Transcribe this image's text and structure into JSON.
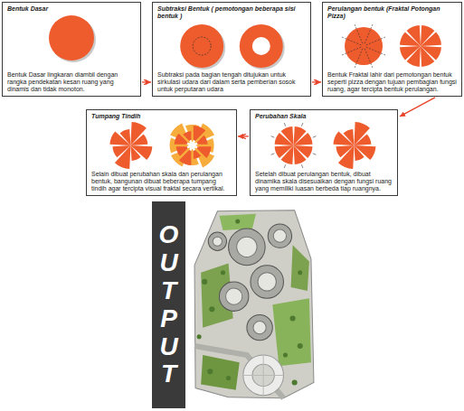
{
  "diagram": {
    "nodes": [
      {
        "text": [
          "Bentuk Dasar",
          "Bentuk Dasar lingkaran diambil dengan rangka pendekatan kesan ruang yang dinamis dan tidak monoton."
        ]
      },
      {
        "text": [
          "Subtraksi Bentuk ( pemotongan beberapa sisi bentuk )",
          "Subtraksi pada bagian tengah ditujukan untuk sirkulasi udara dari dalam serta pemberian sosok untuk perputaran udara"
        ]
      },
      {
        "text": [
          "Perulangan bentuk (Fraktal Potongan Pizza)",
          "Bentuk Fraktal lahir dari pemotongan bentuk seperti pizza dengan tujuan pembagian fungsi ruang, agar tercipta bentuk perulangan."
        ]
      },
      {
        "text": [
          "Tumpang Tindih",
          "Selain dibuat perubahan skala dan perulangan bentuk, bangunan dibuat beberapa tumpang tindih agar tercipta visual fraktal secara vertikal."
        ]
      },
      {
        "text": [
          "Perubahan Skala",
          "Setelah dibuat perulangan bentuk, dibuat dinamika skala disesuaikan dengan fungsi ruang yang memiliki luasan berbeda tiap ruangnya."
        ]
      },
      {
        "text": [
          "OUTPUT"
        ]
      }
    ],
    "edges": [
      {
        "from": 0,
        "to": 1,
        "arrow": "to"
      },
      {
        "from": 1,
        "to": 2,
        "arrow": "to"
      },
      {
        "from": 2,
        "to": 4,
        "arrow": "to"
      },
      {
        "from": 4,
        "to": 3,
        "arrow": "to"
      }
    ]
  }
}
